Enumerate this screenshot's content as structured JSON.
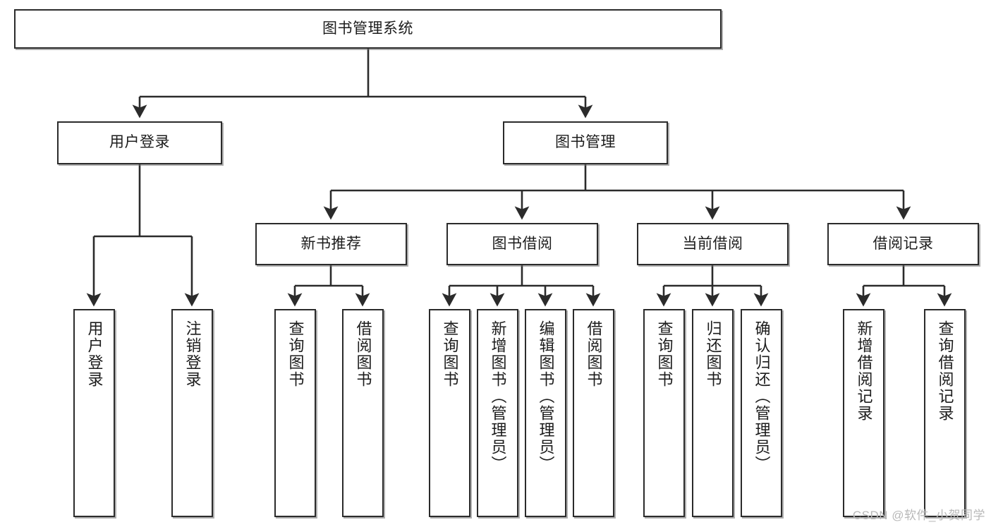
{
  "diagram": {
    "title": "图书管理系统",
    "type": "tree",
    "root": {
      "label": "图书管理系统"
    },
    "level1": [
      {
        "label": "用户登录"
      },
      {
        "label": "图书管理"
      }
    ],
    "level2": [
      {
        "label": "新书推荐"
      },
      {
        "label": "图书借阅"
      },
      {
        "label": "当前借阅"
      },
      {
        "label": "借阅记录"
      }
    ],
    "leaves": {
      "user_login": [
        {
          "label": "用户登录"
        },
        {
          "label": "注销登录"
        }
      ],
      "new_book_recommend": [
        {
          "label": "查询图书"
        },
        {
          "label": "借阅图书"
        }
      ],
      "book_borrow": [
        {
          "label": "查询图书"
        },
        {
          "label": "新增图书（管理员）"
        },
        {
          "label": "编辑图书（管理员）"
        },
        {
          "label": "借阅图书"
        }
      ],
      "current_borrow": [
        {
          "label": "查询图书"
        },
        {
          "label": "归还图书"
        },
        {
          "label": "确认归还（管理员）"
        }
      ],
      "borrow_record": [
        {
          "label": "新增借阅记录"
        },
        {
          "label": "查询借阅记录"
        }
      ]
    }
  },
  "watermark": {
    "text": "CSDN @软件_小贺同学"
  },
  "colors": {
    "stroke": "#2b2b2b",
    "fill": "#ffffff",
    "shadow": "#6e6e6e",
    "text": "#1c1c1c",
    "watermark": "#b8b8b8"
  }
}
